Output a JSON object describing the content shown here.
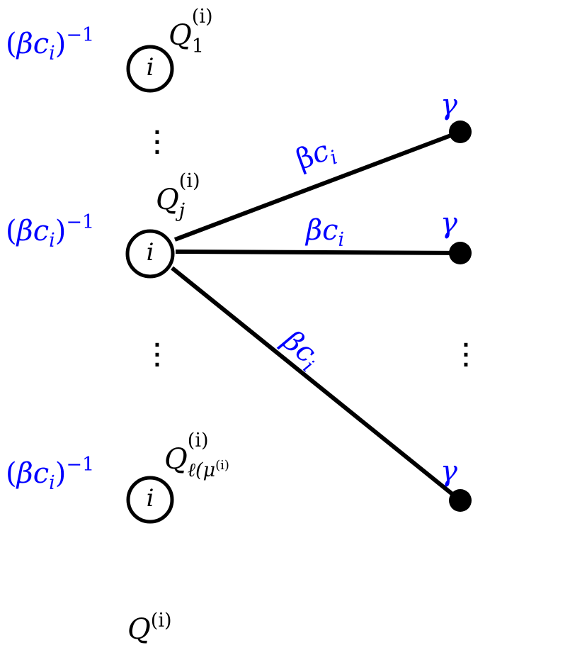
{
  "colors": {
    "weight": "#0000ff",
    "stroke": "#000000",
    "leaf_fill": "#000000"
  },
  "node_weight": {
    "open": "(",
    "beta": "β",
    "c": "c",
    "sub_i": "i",
    "close": ")",
    "sup": "−1"
  },
  "edge_weight": {
    "beta": "β",
    "c": "c",
    "sub_i": "i"
  },
  "leaf_weight": "γ",
  "node_symbol": "i",
  "vdots": "⋮",
  "q_labels": {
    "q1": {
      "base": "Q",
      "sup": "(i)",
      "sub": "1"
    },
    "qj": {
      "base": "Q",
      "sup": "(i)",
      "sub": "j"
    },
    "ql": {
      "base": "Q",
      "sup": "(i)",
      "sub": "ℓ(μ",
      "sub_sup": "(i)"
    },
    "q": {
      "base": "Q",
      "sup": "(i)"
    }
  }
}
